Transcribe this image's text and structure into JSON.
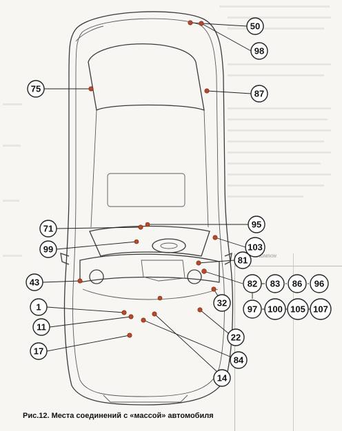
{
  "figure": {
    "caption": "Рис.12. Места соединений с «массой» автомобиля",
    "table_heading": "Компон"
  },
  "ground_points": [
    {
      "id": "50",
      "label": "50"
    },
    {
      "id": "98",
      "label": "98"
    },
    {
      "id": "75",
      "label": "75"
    },
    {
      "id": "87",
      "label": "87"
    },
    {
      "id": "71",
      "label": "71"
    },
    {
      "id": "95",
      "label": "95"
    },
    {
      "id": "99",
      "label": "99"
    },
    {
      "id": "103",
      "label": "103"
    },
    {
      "id": "81",
      "label": "81"
    },
    {
      "id": "43",
      "label": "43"
    },
    {
      "id": "82",
      "label": "82"
    },
    {
      "id": "83",
      "label": "83"
    },
    {
      "id": "86",
      "label": "86"
    },
    {
      "id": "96",
      "label": "96"
    },
    {
      "id": "32",
      "label": "32"
    },
    {
      "id": "97",
      "label": "97"
    },
    {
      "id": "100",
      "label": "100"
    },
    {
      "id": "105",
      "label": "105"
    },
    {
      "id": "107",
      "label": "107"
    },
    {
      "id": "1",
      "label": "1"
    },
    {
      "id": "11",
      "label": "11"
    },
    {
      "id": "22",
      "label": "22"
    },
    {
      "id": "17",
      "label": "17"
    },
    {
      "id": "84",
      "label": "84"
    },
    {
      "id": "14",
      "label": "14"
    }
  ],
  "colors": {
    "ground_dot": "#b84a2a",
    "outline": "#3a3a3a"
  }
}
